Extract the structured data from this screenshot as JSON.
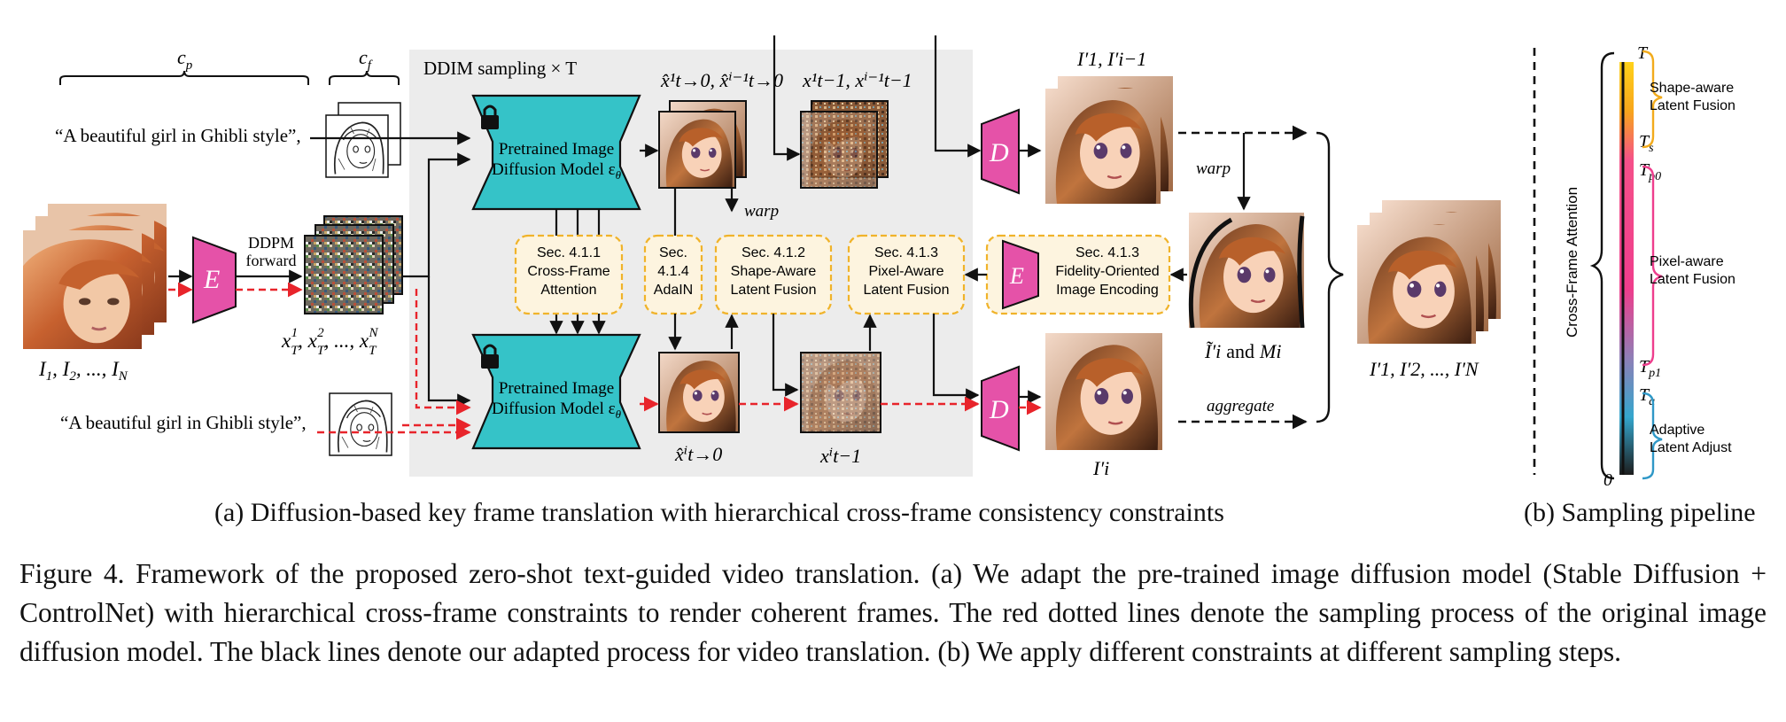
{
  "diagram": {
    "sampling_label": "DDIM sampling × T",
    "cp_label": "c",
    "cp_sub": "p",
    "cf_label": "c",
    "cf_sub": "f",
    "prompt_top": "“A beautiful girl in Ghibli style”,",
    "prompt_bottom": "“A beautiful girl in Ghibli style”,",
    "encoder_letter": "E",
    "decoder_letter": "D",
    "ddpm_line1": "DDPM",
    "ddpm_line2": "forward",
    "input_frames_label": "I1, I2, ..., IN",
    "noise_label": "x_T^1, x_T^2, ..., x_T^N",
    "model_top_line1": "Pretrained Image",
    "model_top_line2": "Diffusion Model ε",
    "model_bottom_line1": "Pretrained Image",
    "model_bottom_line2": "Diffusion Model ε",
    "model_sub": "θ",
    "x0_top_label": "x̂¹t→0, x̂ⁱ⁻¹t→0",
    "xt1_top_label": "x¹t−1, xⁱ⁻¹t−1",
    "x0_bottom_label": "x̂ⁱt→0",
    "xt1_bottom_label": "xⁱt−1",
    "warp_label": "warp",
    "warp_right_label": "warp",
    "aggregate_label": "aggregate",
    "modules": [
      {
        "lines": [
          "Sec. 4.1.1",
          "Cross-Frame",
          "Attention"
        ]
      },
      {
        "lines": [
          "Sec.",
          "4.1.4",
          "AdaIN"
        ]
      },
      {
        "lines": [
          "Sec. 4.1.2",
          "Shape-Aware",
          "Latent Fusion"
        ]
      },
      {
        "lines": [
          "Sec. 4.1.3",
          "Pixel-Aware",
          "Latent Fusion"
        ]
      },
      {
        "lines": [
          "Sec. 4.1.3",
          "Fidelity-Oriented",
          "Image Encoding"
        ]
      }
    ],
    "output_top_label": "I′1, I′i−1",
    "output_bottom_label": "I′i",
    "warped_label_a": "Ĩ′i",
    "warped_label_and": "and",
    "warped_label_b": "Mi",
    "final_label": "I′1, I′2, ..., I′N"
  },
  "pipeline": {
    "axis_label": "Cross-Frame Attention",
    "ticks": [
      "T",
      "Ts",
      "Tp0",
      "Tp1",
      "Ta",
      "0"
    ],
    "stages": [
      {
        "line1": "Shape-aware",
        "line2": "Latent Fusion"
      },
      {
        "line1": "Pixel-aware",
        "line2": "Latent Fusion"
      },
      {
        "line1": "Adaptive",
        "line2": "Latent Adjust"
      }
    ],
    "colors": {
      "yellow": "#f2ab1c",
      "pink": "#ee3e8d",
      "blue": "#2f98c7",
      "purple": "#8a7fb5"
    }
  },
  "subcaptions": {
    "a": "(a) Diffusion-based key frame translation with hierarchical cross-frame consistency constraints",
    "b": "(b) Sampling pipeline"
  },
  "caption": "Figure 4. Framework of the proposed zero-shot text-guided video translation. (a) We adapt the pre-trained image diffusion model (Stable Diffusion + ControlNet) with hierarchical cross-frame constraints to render coherent frames. The red dotted lines denote the sampling process of the original image diffusion model. The black lines denote our adapted process for video translation. (b) We apply different constraints at different sampling steps.",
  "colors": {
    "model_teal": "#35c3c8",
    "encoder_pink": "#e552a8",
    "module_border": "#f0b32a",
    "module_fill": "#fdf4df",
    "red_dash": "#e8242b",
    "panel_gray": "#ececec"
  }
}
